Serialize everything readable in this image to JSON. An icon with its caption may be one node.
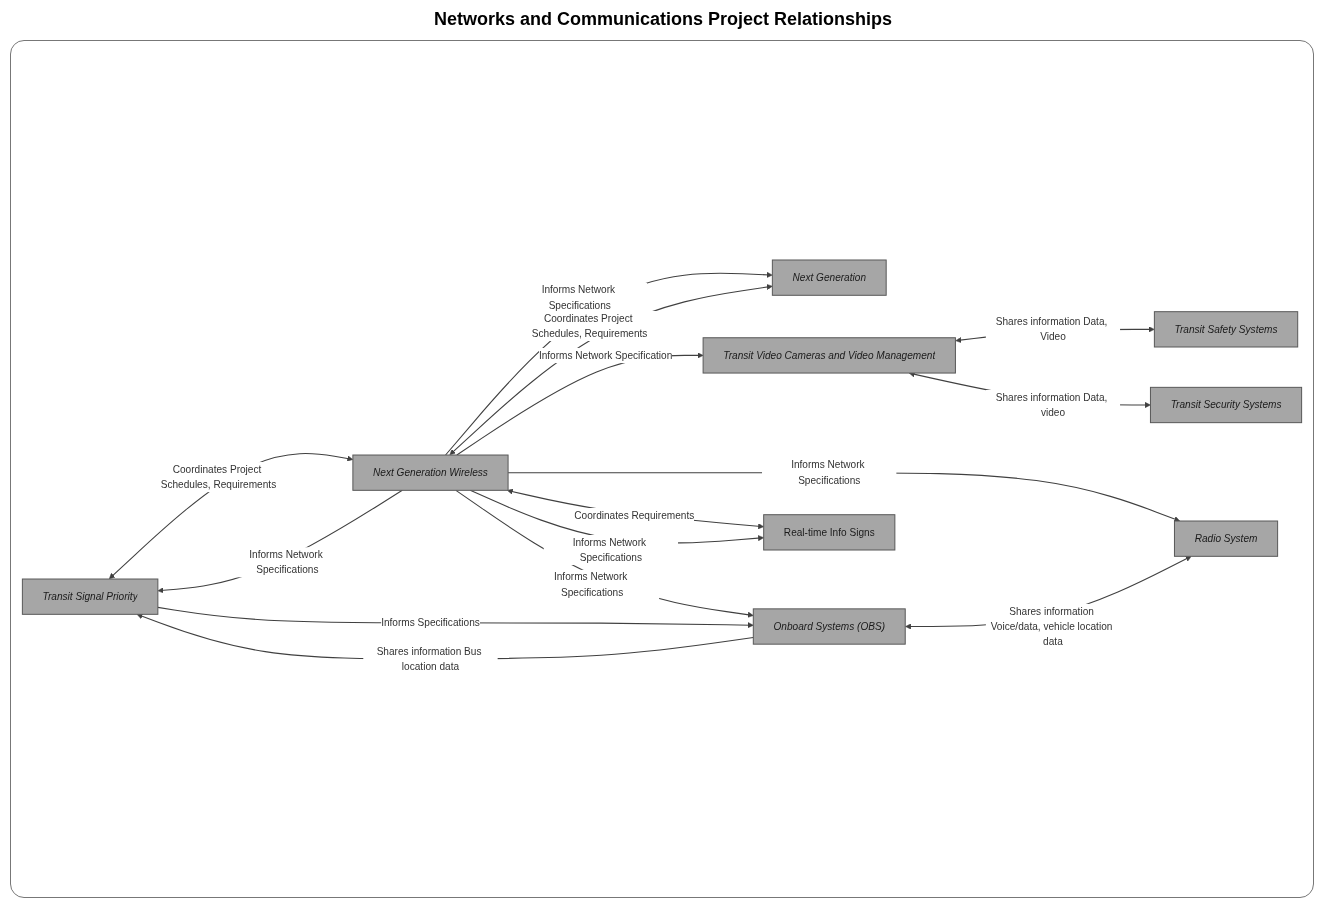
{
  "diagram": {
    "title": "Networks and Communications Project Relationships",
    "nodes": [
      {
        "text": [
          "Transit Signal Priority"
        ]
      },
      {
        "text": [
          "Next Generation Wireless"
        ]
      },
      {
        "text": [
          "Next Generation"
        ]
      },
      {
        "text": [
          "Transit Video Cameras and Video Management"
        ]
      },
      {
        "text": [
          "Onboard Systems (OBS)"
        ]
      },
      {
        "text": [
          "Real-time Info Signs"
        ]
      },
      {
        "text": [
          "Transit Safety Systems"
        ]
      },
      {
        "text": [
          "Transit Security Systems"
        ]
      },
      {
        "text": [
          "Radio System"
        ]
      }
    ],
    "edges": [
      {
        "from": 0,
        "to": 1,
        "arrow": "both",
        "label": "Coordinates Project Schedules, Requirements"
      },
      {
        "from": 1,
        "to": 0,
        "arrow": "to",
        "label": "Informs Network Specifications"
      },
      {
        "from": 1,
        "to": 2,
        "arrow": "to",
        "label": "Informs Network Specifications"
      },
      {
        "from": 1,
        "to": 2,
        "arrow": "both",
        "label": "Coordinates Project Schedules, Requirements"
      },
      {
        "from": 1,
        "to": 3,
        "arrow": "to",
        "label": "Informs Network Specification"
      },
      {
        "from": 1,
        "to": 4,
        "arrow": "to",
        "label": "Informs Network Specifications"
      },
      {
        "from": 0,
        "to": 4,
        "arrow": "to",
        "label": "Informs Specifications"
      },
      {
        "from": 4,
        "to": 0,
        "arrow": "to",
        "label": "Shares information Bus location data"
      },
      {
        "from": 1,
        "to": 5,
        "arrow": "both",
        "label": "Coordinates Requirements"
      },
      {
        "from": 1,
        "to": 5,
        "arrow": "to",
        "label": "Informs Network Specifications"
      },
      {
        "from": 1,
        "to": 8,
        "arrow": "to",
        "label": "Informs Network Specifications"
      },
      {
        "from": 4,
        "to": 8,
        "arrow": "both",
        "label": "Shares information Voice/data, vehicle location data"
      },
      {
        "from": 3,
        "to": 6,
        "arrow": "both",
        "label": "Shares information Data, Video"
      },
      {
        "from": 3,
        "to": 7,
        "arrow": "both",
        "label": "Shares information Data, video"
      }
    ]
  }
}
